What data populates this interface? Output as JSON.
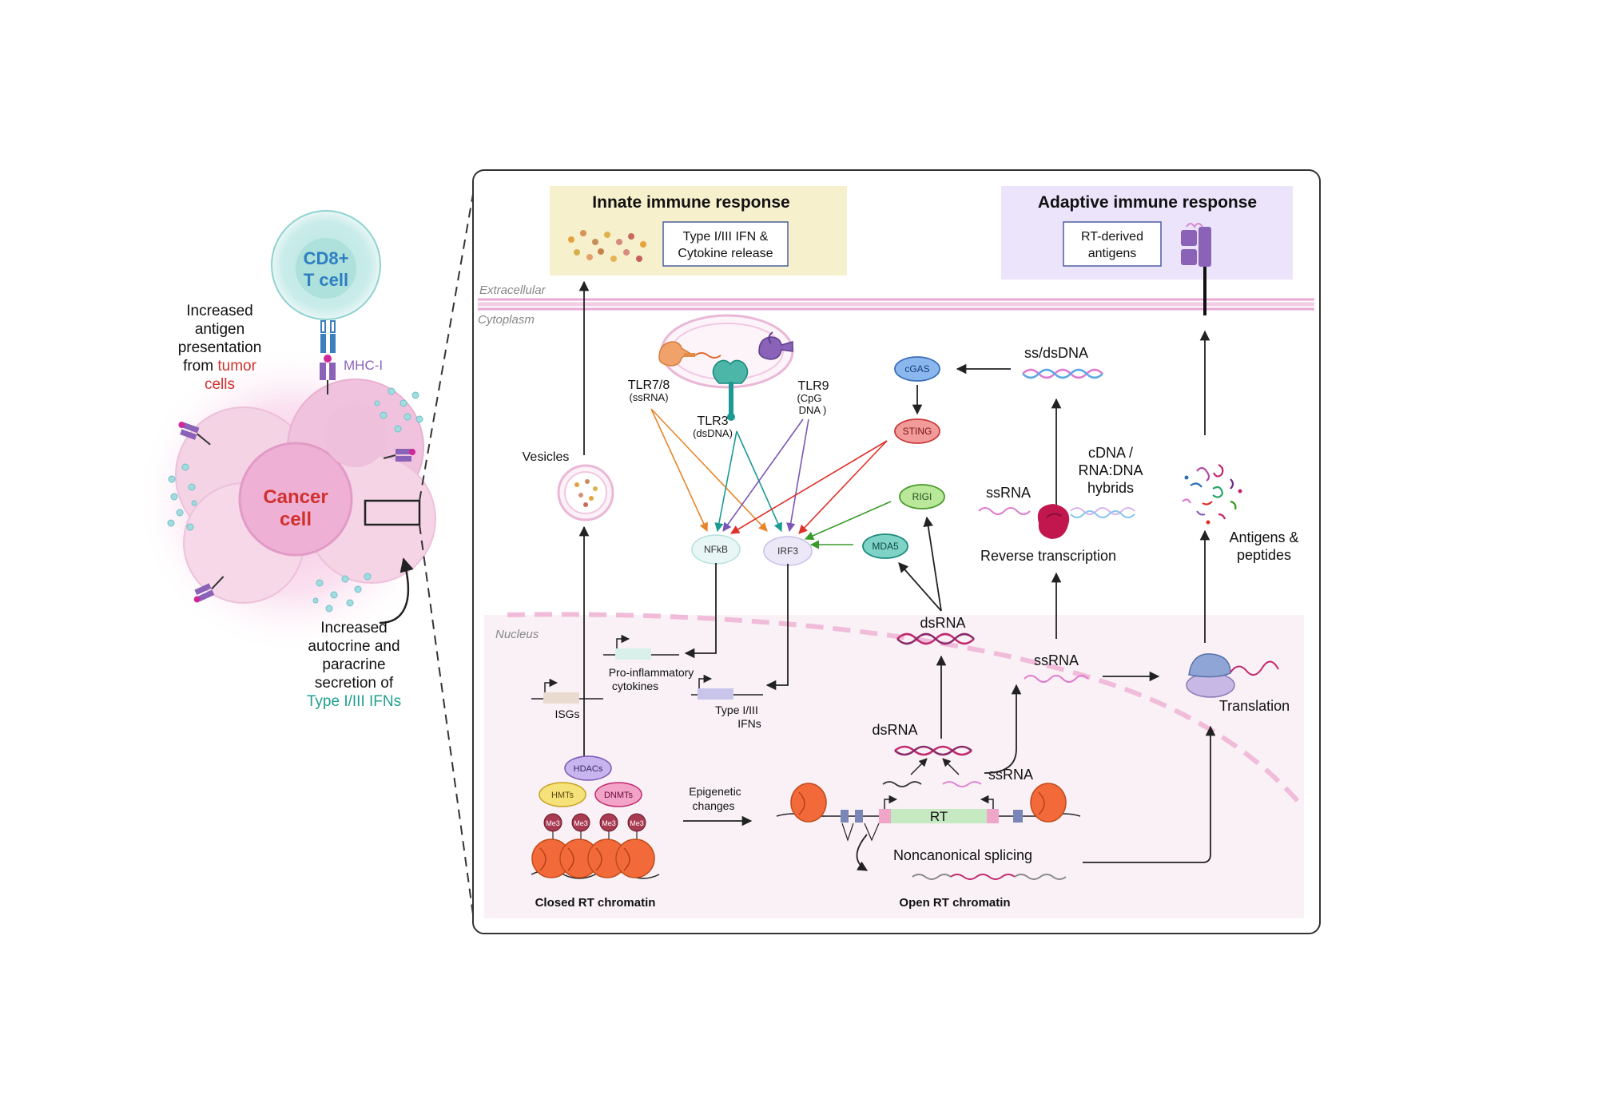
{
  "left": {
    "t_cell_line1": "CD8+",
    "t_cell_line2": "T cell",
    "mhc": "MHC-I",
    "cancer_line1": "Cancer",
    "cancer_line2": "cell",
    "antigen_lines": [
      "Increased",
      "antigen",
      "presentation"
    ],
    "antigen_from": "from ",
    "antigen_tumor": "tumor",
    "antigen_cells": "cells",
    "secretion_lines": [
      "Increased",
      "autocrine and",
      "paracrine",
      "secretion of"
    ],
    "secretion_ifn": "Type I/III IFNs"
  },
  "panel": {
    "innate_title": "Innate immune response",
    "innate_box": [
      "Type I/III IFN &",
      "Cytokine release"
    ],
    "adaptive_title": "Adaptive immune response",
    "adaptive_box": [
      "RT-derived",
      "antigens"
    ],
    "extracellular": "Extracellular",
    "cytoplasm": "Cytoplasm",
    "nucleus": "Nucleus",
    "vesicles": "Vesicles",
    "tlr78": "TLR7/8",
    "tlr78_sub": "(ssRNA)",
    "tlr3": "TLR3",
    "tlr3_sub": "(dsDNA)",
    "tlr9": "TLR9",
    "tlr9_sub1": "(CpG",
    "tlr9_sub2": "DNA )",
    "nfkb": "NFkB",
    "irf3": "IRF3",
    "cgas": "cGAS",
    "sting": "STING",
    "rigi": "RIGI",
    "mda5": "MDA5",
    "ss_ds_dna": "ss/dsDNA",
    "cdna_lines": [
      "cDNA /",
      "RNA:DNA",
      "hybrids"
    ],
    "ssrna_rt": "ssRNA",
    "reverse_transcription": "Reverse transcription",
    "antigens_lines": [
      "Antigens &",
      "peptides"
    ],
    "dsrna_upper": "dsRNA",
    "ssrna_mid": "ssRNA",
    "translation": "Translation",
    "proinflam_lines": [
      "Pro-inflammatory",
      "cytokines"
    ],
    "isgs": "ISGs",
    "type_ifns_lines": [
      "Type I/III",
      "IFNs"
    ],
    "hdacs": "HDACs",
    "hmts": "HMTs",
    "dnmts": "DNMTs",
    "me3": "Me3",
    "epigenetic_lines": [
      "Epigenetic",
      "changes"
    ],
    "dsrna_lower": "dsRNA",
    "ssrna_lower": "ssRNA",
    "rt": "RT",
    "noncanonical": "Noncanonical splicing",
    "closed_chromatin": "Closed RT chromatin",
    "open_chromatin": "Open RT chromatin"
  },
  "colors": {
    "innate_bg": "#f6f0cd",
    "adaptive_bg": "#ece4fb",
    "nucleus_bg": "#f9f1f5",
    "membrane": "#e9a9d6",
    "tumor_red": "#d0312d",
    "ifn_teal": "#1fa08f",
    "mhc_purple": "#8a63b8",
    "tcell_blue": "#2d7fc1"
  }
}
